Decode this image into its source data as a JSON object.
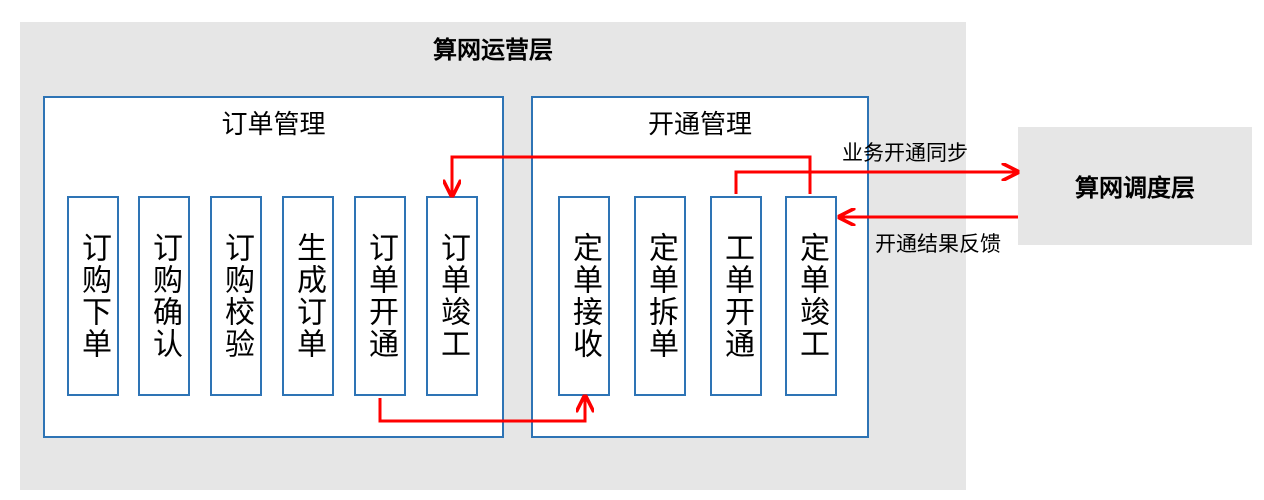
{
  "ops_layer": {
    "title": "算网运营层"
  },
  "sched_layer": {
    "title": "算网调度层"
  },
  "order_mgmt": {
    "title": "订单管理",
    "steps": [
      "订购下单",
      "订购确认",
      "订购校验",
      "生成订单",
      "订单开通",
      "订单竣工"
    ]
  },
  "open_mgmt": {
    "title": "开通管理",
    "steps": [
      "定单接收",
      "定单拆单",
      "工单开通",
      "定单竣工"
    ]
  },
  "links": {
    "sync_label": "业务开通同步",
    "feedback_label": "开通结果反馈"
  },
  "colors": {
    "arrow": "#ff0000",
    "border": "#2e74b5",
    "layer_bg": "#e6e6e6"
  }
}
